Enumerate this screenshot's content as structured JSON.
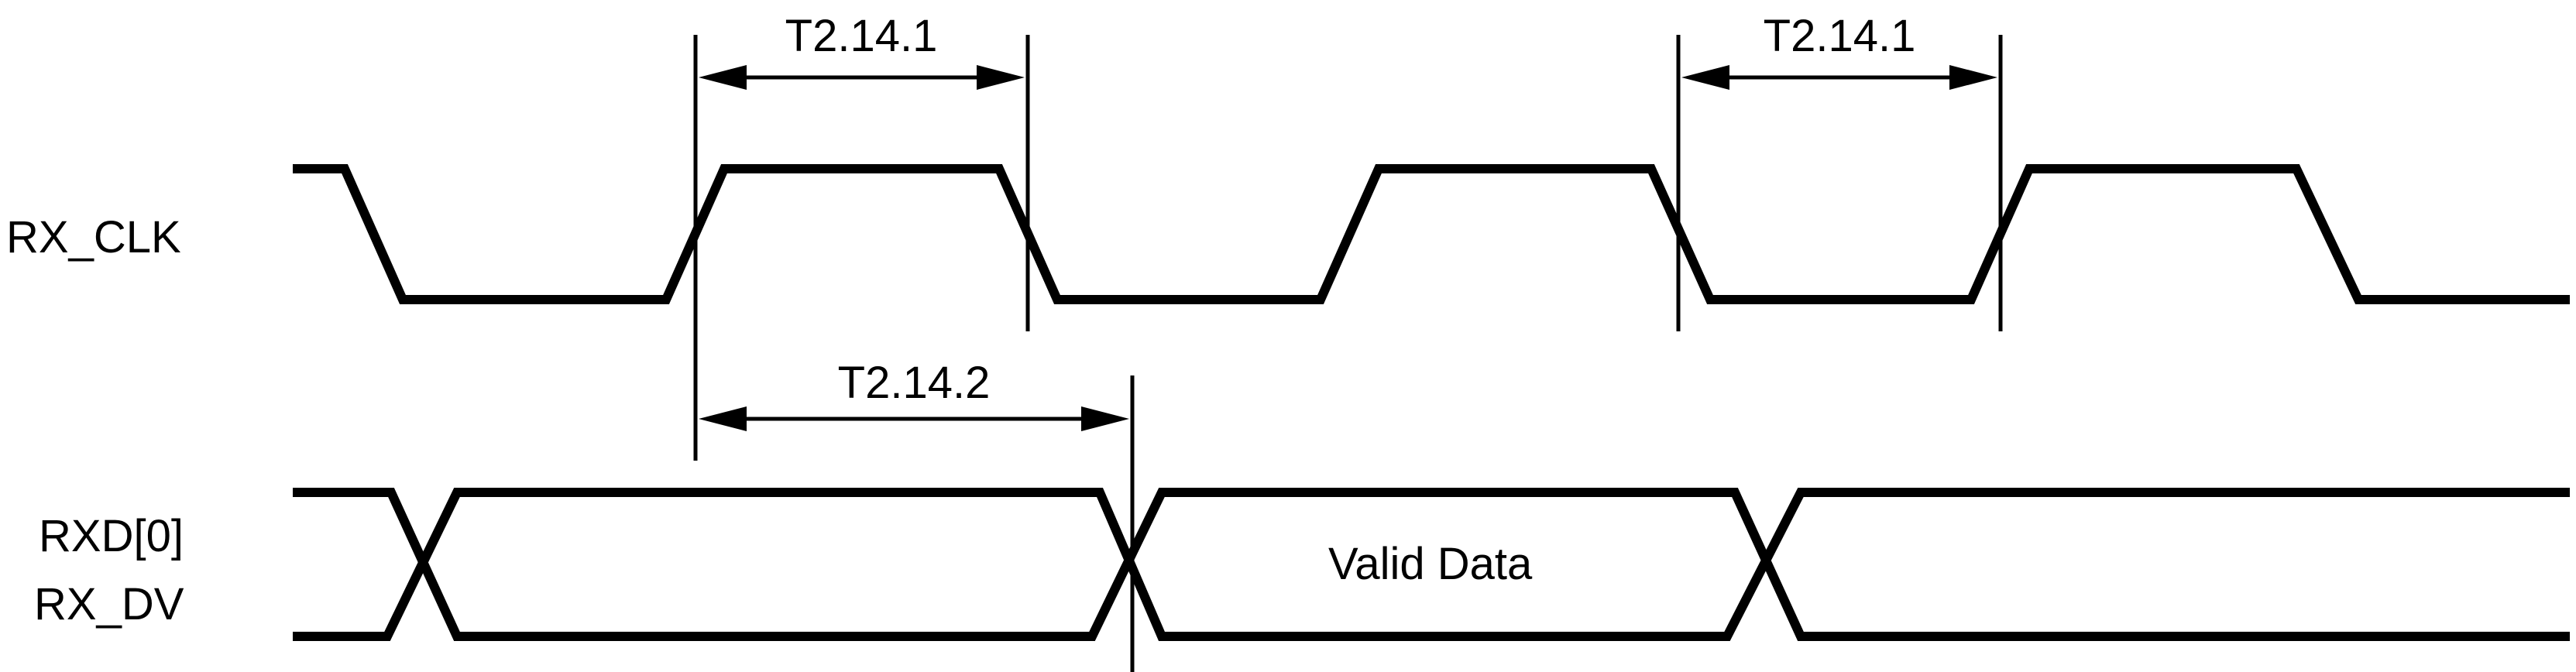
{
  "signals": {
    "rx_clk": "RX_CLK",
    "rxd0": "RXD[0]",
    "rx_dv": "RX_DV"
  },
  "timing": {
    "t_period_left": "T2.14.1",
    "t_period_right": "T2.14.1",
    "t_setup": "T2.14.2"
  },
  "data_label": "Valid Data",
  "colors": {
    "stroke": "#000000",
    "background": "#ffffff"
  }
}
